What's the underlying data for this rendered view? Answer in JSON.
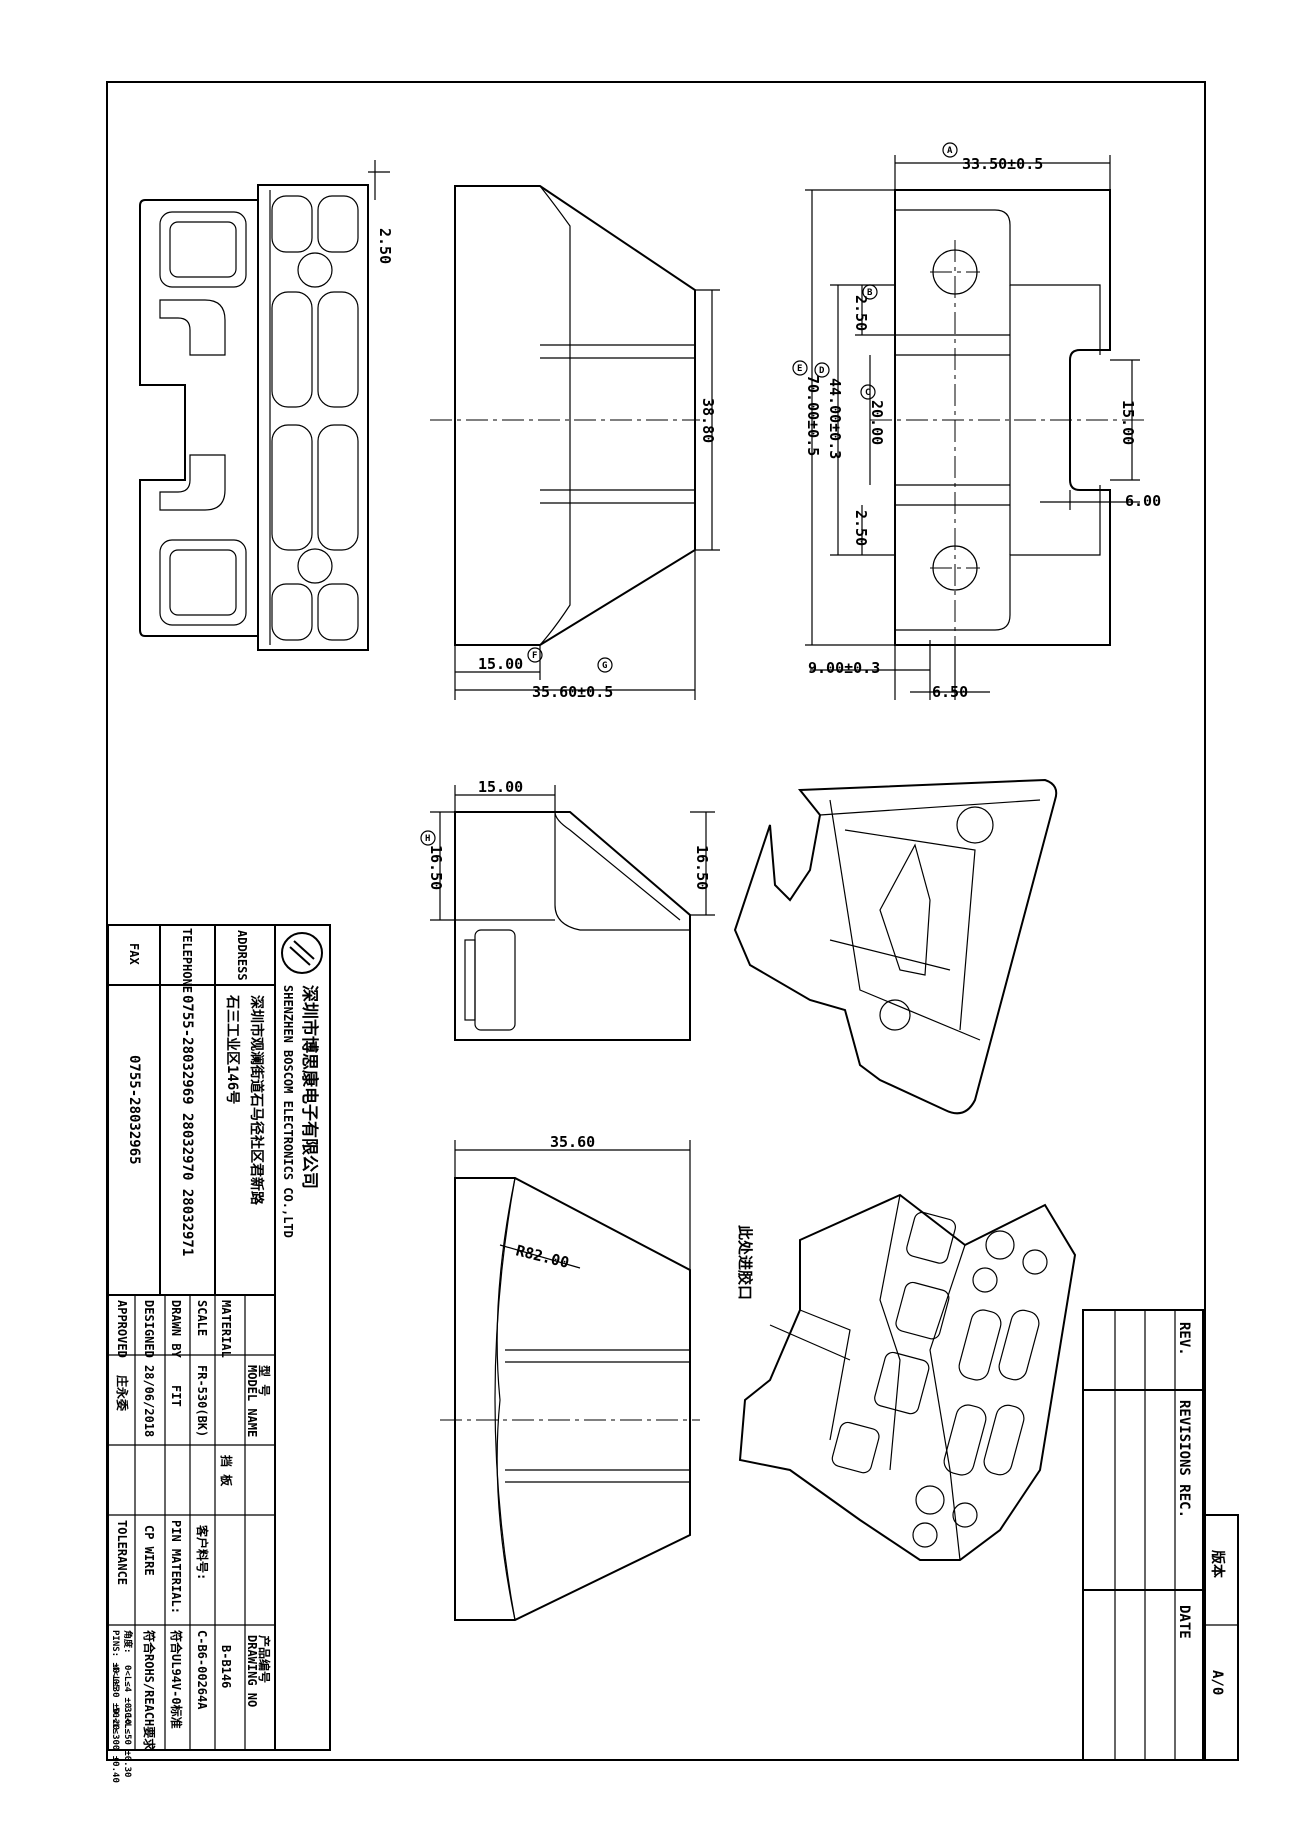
{
  "dimensions": {
    "top_view": {
      "d_2_50": "2.50"
    },
    "front_view": {
      "d_38_80": "38.80",
      "d_15_00": "15.00",
      "d_35_60": "35.60±0.5",
      "label_f": "F",
      "label_g": "G"
    },
    "right_view": {
      "d_33_50": "33.50±0.5",
      "d_2_50_a": "2.50",
      "d_44_00": "44.00±0.3",
      "d_70_00": "70.00±0.5",
      "d_20_00": "20.00",
      "d_15_00": "15.00",
      "d_6_00": "6.00",
      "d_2_50_b": "2.50",
      "d_9_00": "9.00±0.3",
      "d_6_50": "6.50",
      "label_a": "A",
      "label_b": "B",
      "label_c": "C",
      "label_d": "D",
      "label_e": "E"
    },
    "side_view": {
      "d_15_00": "15.00",
      "d_16_50_left": "16.50",
      "d_16_50_right": "16.50",
      "label_h": "H"
    },
    "bottom_view": {
      "d_35_60": "35.60",
      "radius": "R82.00"
    },
    "iso_note": "此处进胶口"
  },
  "title_block": {
    "company_cn": "深圳市博思康电子有限公司",
    "company_en": "SHENZHEN BOSCOM ELECTRONICS CO.,LTD",
    "address_label": "ADDRESS",
    "address_line1": "深圳市观澜街道石马径社区君新路",
    "address_line2": "石三工业区146号",
    "telephone_label": "TELEPHONE",
    "telephone": "0755-28032969 28032970 28032971",
    "fax_label": "FAX",
    "fax": "0755-28032965",
    "model_label_cn": "型 号",
    "model_label_en": "MODEL NAME",
    "model_value": "挡 板",
    "material_label": "MATERIAL",
    "material_value": "FR-530(BK)",
    "scale_label": "SCALE",
    "scale_value": "FIT",
    "drawn_label": "DRAWN BY",
    "drawn_value": "28/06/2018",
    "designed_label": "DESIGNED",
    "designed_value": "庄永委",
    "approved_label": "APPROVED",
    "drawing_no_label_cn": "产品编号",
    "drawing_no_label_en": "DRAWING NO",
    "drawing_no_value": "B-B146",
    "customer_no_label": "客户料号:",
    "customer_no_value": "C-B6-00264A",
    "pin_material_label": "PIN MATERIAL:",
    "pin_material_value": "符合UL94V-0标准",
    "cp_wire_label": "CP WIRE",
    "cp_wire_value": "符合ROHS/REACH要求",
    "tolerance_label": "TOLERANCE",
    "tol_col1_a": "角度:",
    "tol_col1_b": "PINS: ±0.05",
    "tol_col2_a": "0<L≤4  ±0.10",
    "tol_col2_b": "4<L≤30 ±0.20",
    "tol_col3_a": "30<L≤50 ±0.30",
    "tol_col3_b": "50<L≤300 ±0.40"
  },
  "revision_block": {
    "rev_label": "REV.",
    "revisions_label": "REVISIONS REC.",
    "date_label": "DATE",
    "version_label": "版本",
    "version_value": "A/0"
  }
}
